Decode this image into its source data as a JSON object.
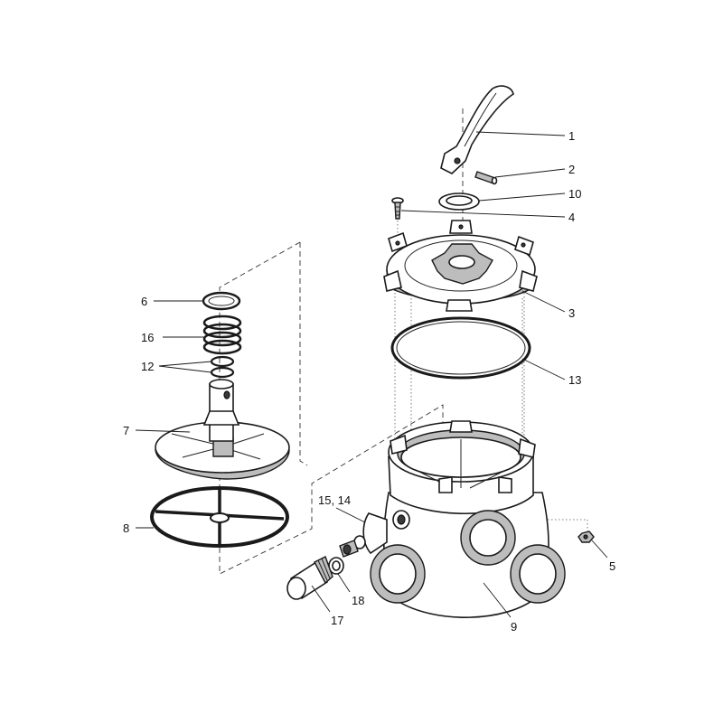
{
  "callouts": {
    "c1": "1",
    "c2": "2",
    "c3": "3",
    "c4": "4",
    "c5": "5",
    "c6": "6",
    "c7": "7",
    "c8": "8",
    "c9": "9",
    "c10": "10",
    "c12": "12",
    "c13": "13",
    "c14": "15, 14",
    "c16": "16",
    "c17": "17",
    "c18": "18"
  }
}
